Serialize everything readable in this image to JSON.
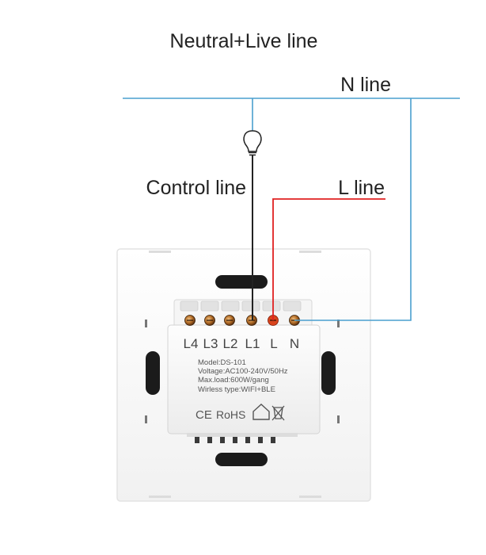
{
  "title": "Neutral+Live line",
  "wires": {
    "n_line": {
      "label": "N line",
      "color": "#4a9fcf"
    },
    "l_line": {
      "label": "L line",
      "color": "#e02020"
    },
    "control_line": {
      "label": "Control line",
      "color": "#222222"
    }
  },
  "terminals": [
    "L4",
    "L3",
    "L2",
    "L1",
    "L",
    "N"
  ],
  "module": {
    "model": "Model:DS-101",
    "voltage": "Voltage:AC100-240V/50Hz",
    "max_load": "Max.load:600W/gang",
    "wireless": "Wirless type:WIFI+BLE",
    "cert_ce": "CE",
    "cert_rohs": "RoHS"
  },
  "icons": {
    "bulb": "light-bulb-icon",
    "house": "house-icon",
    "weee": "crossed-bin-icon"
  },
  "colors": {
    "text": "#222222",
    "panel": "#fbfbfb",
    "panel_edge": "#e6e6e6",
    "terminal_copper": "#b87333"
  }
}
